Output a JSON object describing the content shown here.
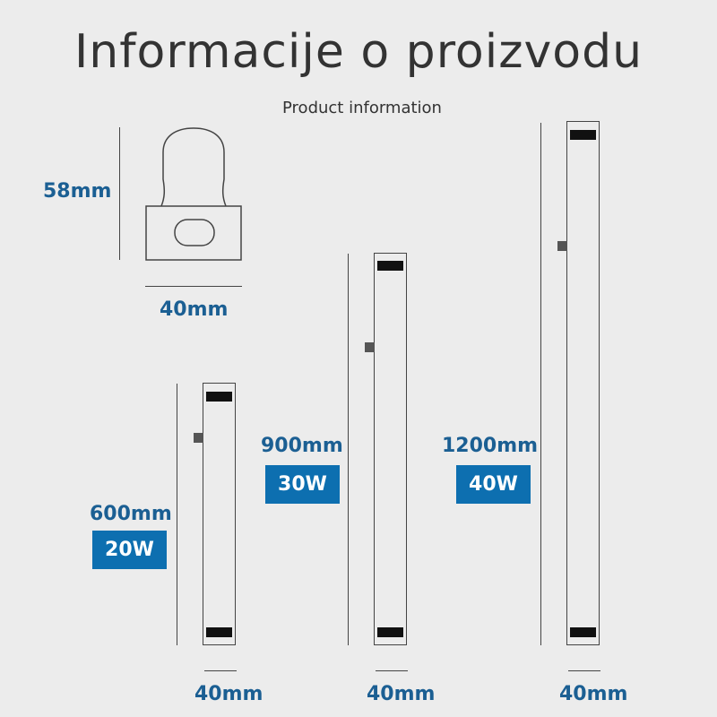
{
  "header": {
    "title": "Informacije o proizvodu",
    "subtitle": "Product information"
  },
  "cross_section": {
    "height_label": "58mm",
    "width_label": "40mm"
  },
  "products": [
    {
      "length_label": "600mm",
      "power_label": "20W",
      "width_label": "40mm"
    },
    {
      "length_label": "900mm",
      "power_label": "30W",
      "width_label": "40mm"
    },
    {
      "length_label": "1200mm",
      "power_label": "40W",
      "width_label": "40mm"
    }
  ],
  "colors": {
    "accent": "#0d6fb0",
    "dimension_text": "#1b5f93",
    "background": "#ececec",
    "line": "#444444"
  }
}
